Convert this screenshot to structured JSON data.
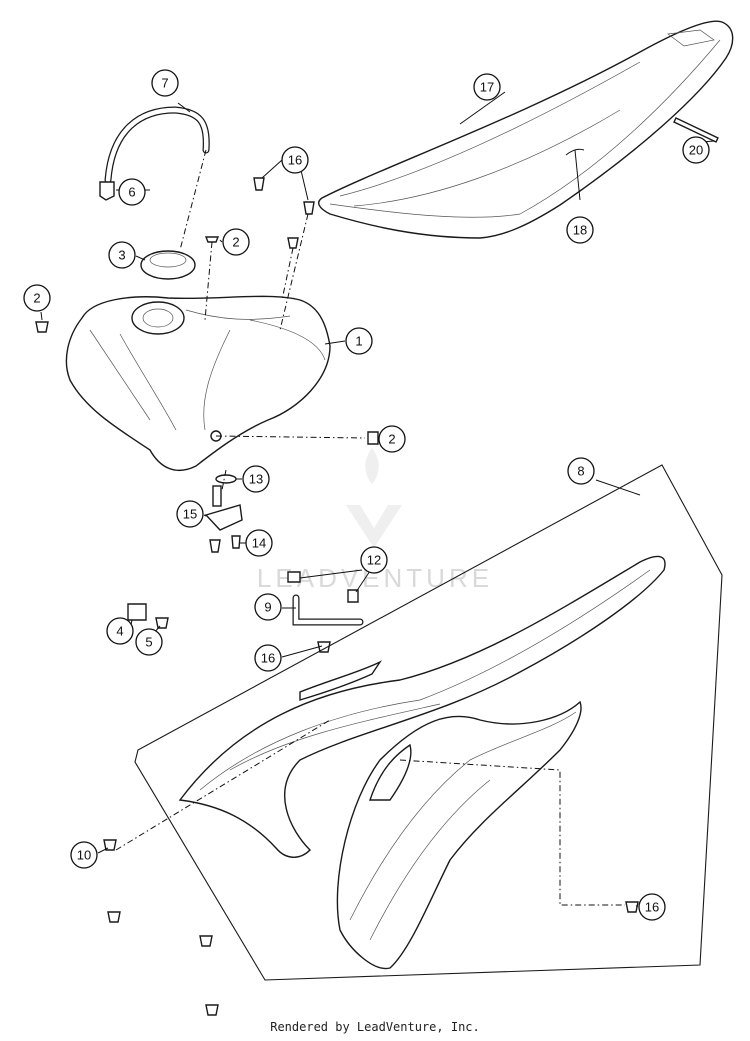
{
  "callouts": {
    "c1": "1",
    "c2a": "2",
    "c2b": "2",
    "c2c": "2",
    "c3": "3",
    "c4": "4",
    "c5": "5",
    "c6": "6",
    "c7": "7",
    "c8": "8",
    "c9": "9",
    "c10": "10",
    "c12": "12",
    "c13": "13",
    "c14": "14",
    "c15": "15",
    "c16a": "16",
    "c16b": "16",
    "c16c": "16",
    "c17": "17",
    "c18": "18",
    "c20": "20"
  },
  "watermark": {
    "text": "LEADVENTURE"
  },
  "footer": {
    "text": "Rendered by LeadVenture, Inc."
  }
}
